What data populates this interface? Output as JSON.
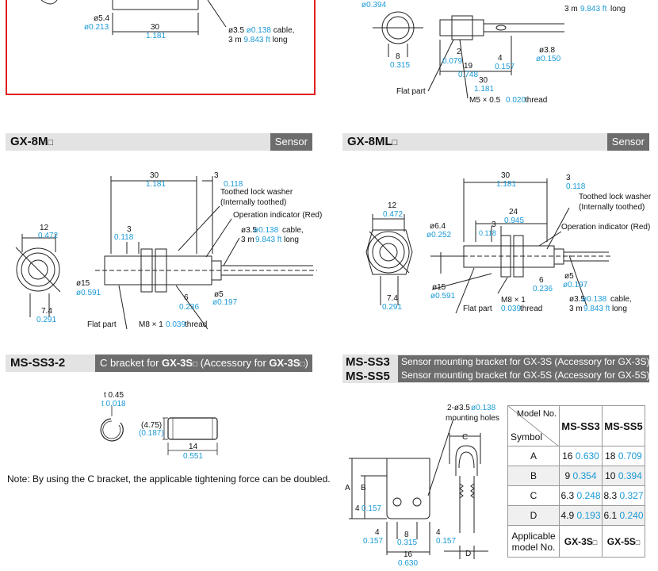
{
  "sections": {
    "gx8m": {
      "title": "GX-8M",
      "tag": "Sensor"
    },
    "gx8ml": {
      "title": "GX-8ML",
      "tag": "Sensor"
    },
    "msss32": {
      "title": "MS-SS3-2",
      "desc_plain": "C bracket for ",
      "desc_bold": "GX-3S",
      "desc_paren_open": " (Accessory for ",
      "desc_paren_bold": "GX-3S",
      "desc_paren_close": ")"
    },
    "msss35": {
      "title1": "MS-SS3",
      "title2": "MS-SS5",
      "desc1": "Sensor mounting bracket for GX-3S (Accessory for GX-3S)",
      "desc2": "Sensor mounting bracket for GX-5S (Accessory for GX-5S)"
    }
  },
  "note": "Note: By using the C bracket, the applicable tightening force can be doubled.",
  "dims": {
    "top_left": {
      "d54": "ø5.4",
      "d54i": "ø0.213",
      "l30": "30",
      "l30i": "1.181",
      "cable": "ø3.5",
      "cablei": "ø0.138",
      "cable_s": "cable,",
      "len": "3 m",
      "leni": "9.843 ft",
      "len_s": "long"
    },
    "top_right": {
      "a": "ø0.394",
      "b": "8",
      "bi": "0.315",
      "c": "2",
      "ci": "0.079",
      "d": "19",
      "di": "0.748",
      "e": "4",
      "ei": "0.157",
      "f": "ø3.8",
      "fi": "ø0.150",
      "g": "30",
      "gi": "1.181",
      "flat": "Flat part",
      "thread": "M5 × 0.5",
      "threadi": "0.020",
      "thread_s": "thread",
      "cable_r": "3 m",
      "cable_ri": "9.843 ft",
      "cable_rs": "long"
    },
    "gx8m": {
      "l30": "30",
      "l30i": "1.181",
      "l3": "3",
      "l3i": "0.118",
      "washer1": "Toothed lock washer",
      "washer2": "(Internally toothed)",
      "led": "Operation indicator (Red)",
      "w12": "12",
      "w12i": "0.472",
      "b3": "3",
      "b3i": "0.118",
      "cable": "ø3.5",
      "cablei": "ø0.138",
      "cable_s": "cable,",
      "len": "3 m",
      "leni": "9.843 ft",
      "len_s": "long",
      "d15": "ø15",
      "d15i": "ø0.591",
      "d74": "7.4",
      "d74i": "0.291",
      "s6": "6",
      "s6i": "0.236",
      "d5": "ø5",
      "d5i": "ø0.197",
      "flat": "Flat part",
      "thread": "M8 × 1",
      "threadi": "0.039",
      "thread_s": "thread"
    },
    "gx8ml": {
      "l30": "30",
      "l30i": "1.181",
      "l3": "3",
      "l3i": "0.118",
      "washer1": "Toothed lock washer",
      "washer2": "(Internally toothed)",
      "w12": "12",
      "w12i": "0.472",
      "l24": "24",
      "l24i": "0.945",
      "d64": "ø6.4",
      "d64i": "ø0.252",
      "s3": "3",
      "s3i": "0.118",
      "led": "Operation indicator (Red)",
      "s6": "6",
      "s6i": "0.236",
      "d5": "ø5",
      "d5i": "ø0.197",
      "d15": "ø15",
      "d15i": "ø0.591",
      "cable": "ø3.5",
      "cablei": "ø0.138",
      "cable_s": "cable,",
      "d74": "7.4",
      "d74i": "0.291",
      "flat": "Flat part",
      "thread": "M8 × 1",
      "threadi": "0.039",
      "thread_s": "thread",
      "len": "3 m",
      "leni": "9.843 ft",
      "len_s": "long"
    },
    "cbracket": {
      "t": "t 0.45",
      "ti": "t 0.018",
      "h": "(4.75)",
      "hi": "(0.187)",
      "w": "14",
      "wi": "0.551"
    },
    "bracket": {
      "holes": "2-ø3.5",
      "holesi": "ø0.138",
      "holes2": "mounting holes",
      "A": "A",
      "B": "B",
      "C": "C",
      "D": "D",
      "h4": "4",
      "h4i": "0.157",
      "b4": "4",
      "b4i": "0.157",
      "b8": "8",
      "b8i": "0.315",
      "r4": "4",
      "r4i": "0.157",
      "w16": "16",
      "w16i": "0.630"
    }
  },
  "table": {
    "corner_top": "Model No.",
    "corner_bottom": "Symbol",
    "cols": [
      "MS-SS3",
      "MS-SS5"
    ],
    "rows": [
      {
        "sym": "A",
        "v1": "16",
        "v1i": "0.630",
        "v2": "18",
        "v2i": "0.709"
      },
      {
        "sym": "B",
        "v1": "9",
        "v1i": "0.354",
        "v2": "10",
        "v2i": "0.394"
      },
      {
        "sym": "C",
        "v1": "6.3",
        "v1i": "0.248",
        "v2": "8.3",
        "v2i": "0.327"
      },
      {
        "sym": "D",
        "v1": "4.9",
        "v1i": "0.193",
        "v2": "6.1",
        "v2i": "0.240"
      }
    ],
    "footer_label": "Applicable model No.",
    "footer_v1": "GX-3S",
    "footer_v2": "GX-5S"
  }
}
